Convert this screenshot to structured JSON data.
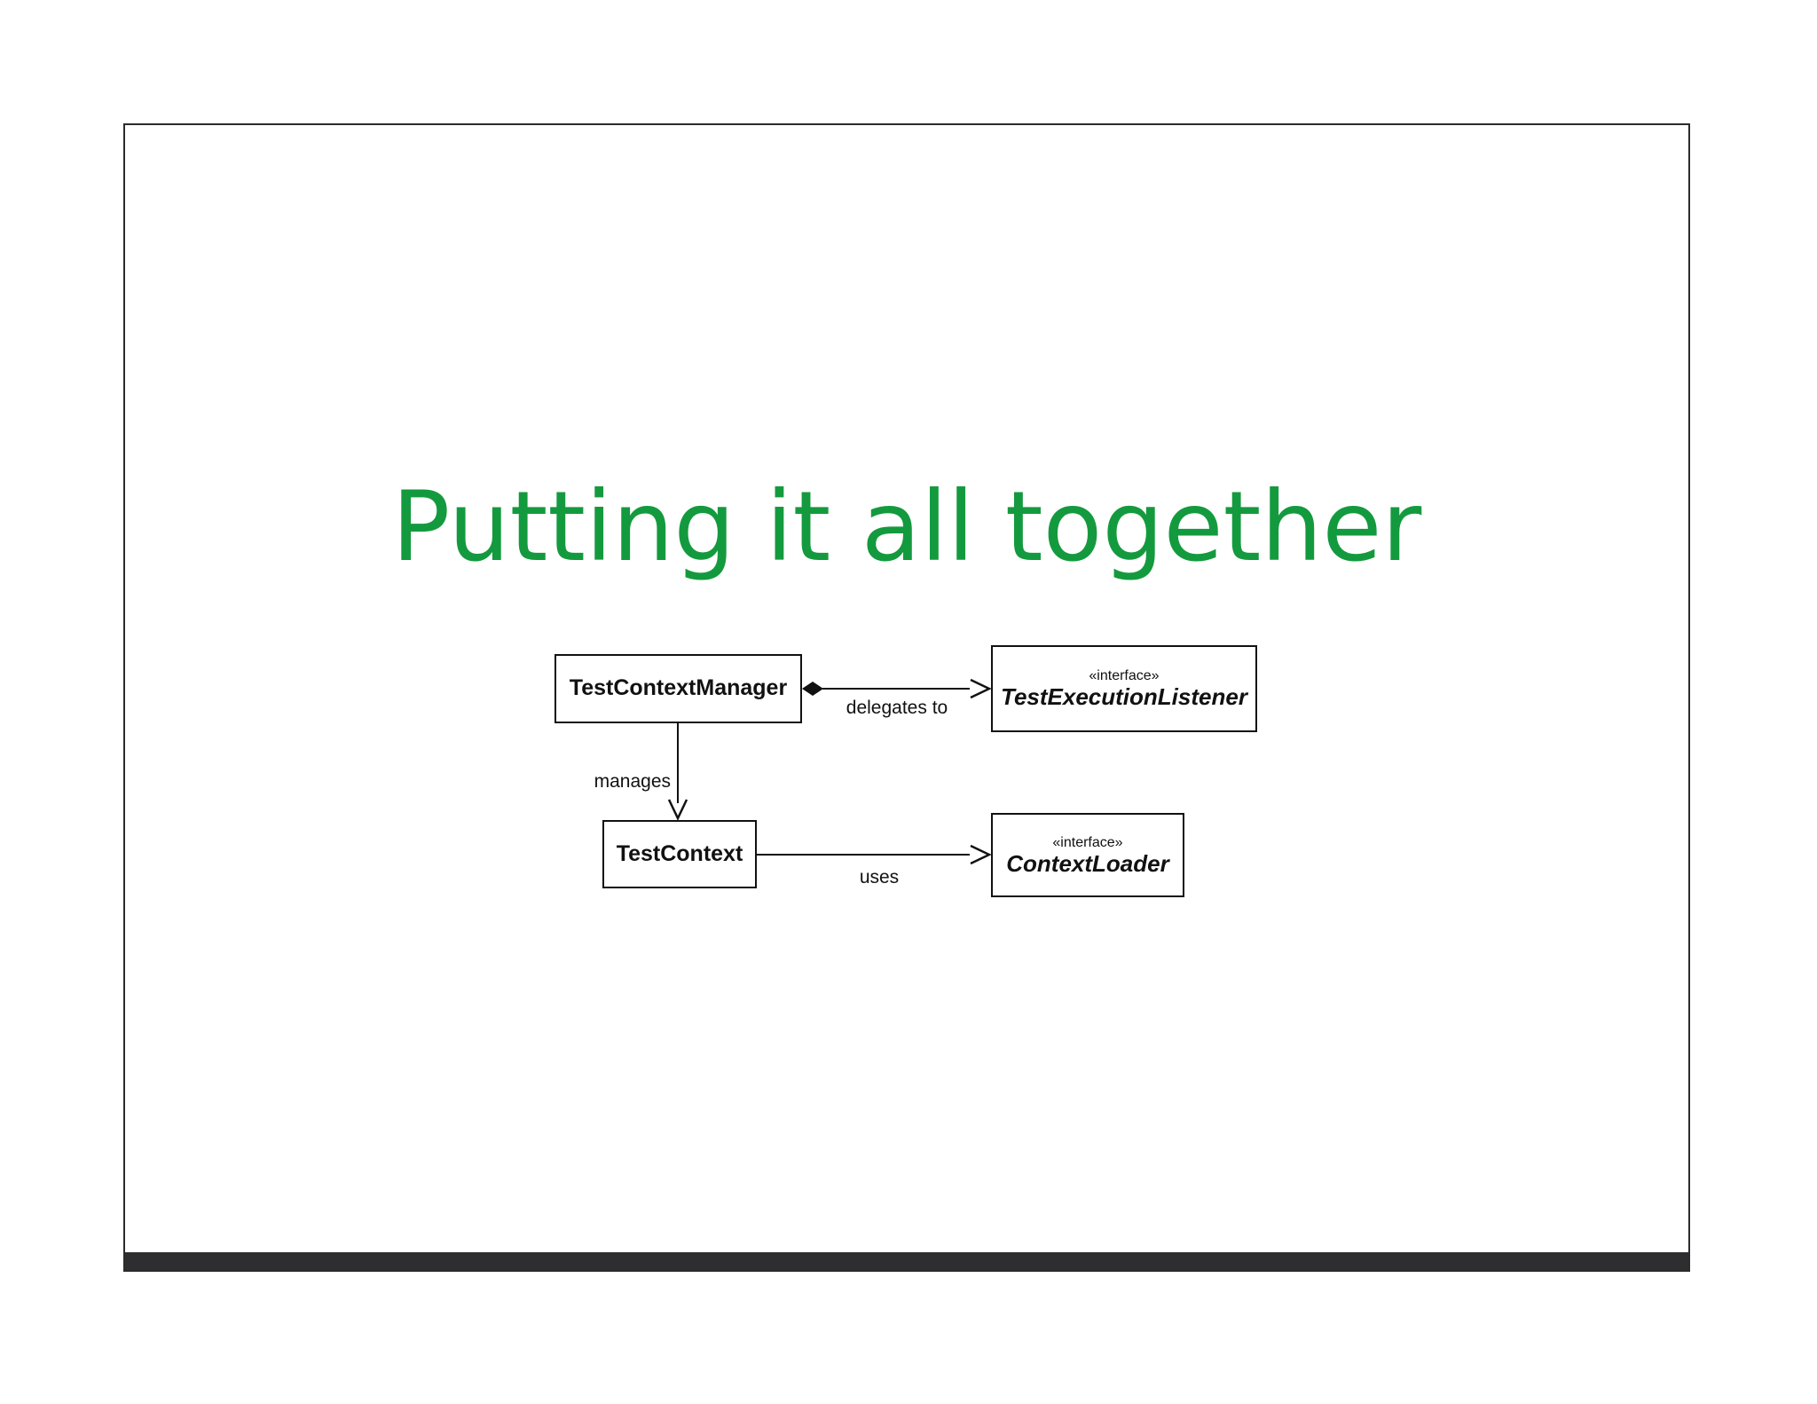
{
  "slide": {
    "title": "Putting it all together",
    "title_color": "#149A3E",
    "footer_bar_color": "#2E2E30",
    "border_color": "#2B2B2B"
  },
  "diagram": {
    "tcm": {
      "name": "TestContextManager"
    },
    "tel": {
      "stereotype": "«interface»",
      "name": "TestExecutionListener"
    },
    "tc": {
      "name": "TestContext"
    },
    "cl": {
      "stereotype": "«interface»",
      "name": "ContextLoader"
    },
    "labels": {
      "delegates": "delegates to",
      "manages": "manages",
      "uses": "uses"
    }
  }
}
